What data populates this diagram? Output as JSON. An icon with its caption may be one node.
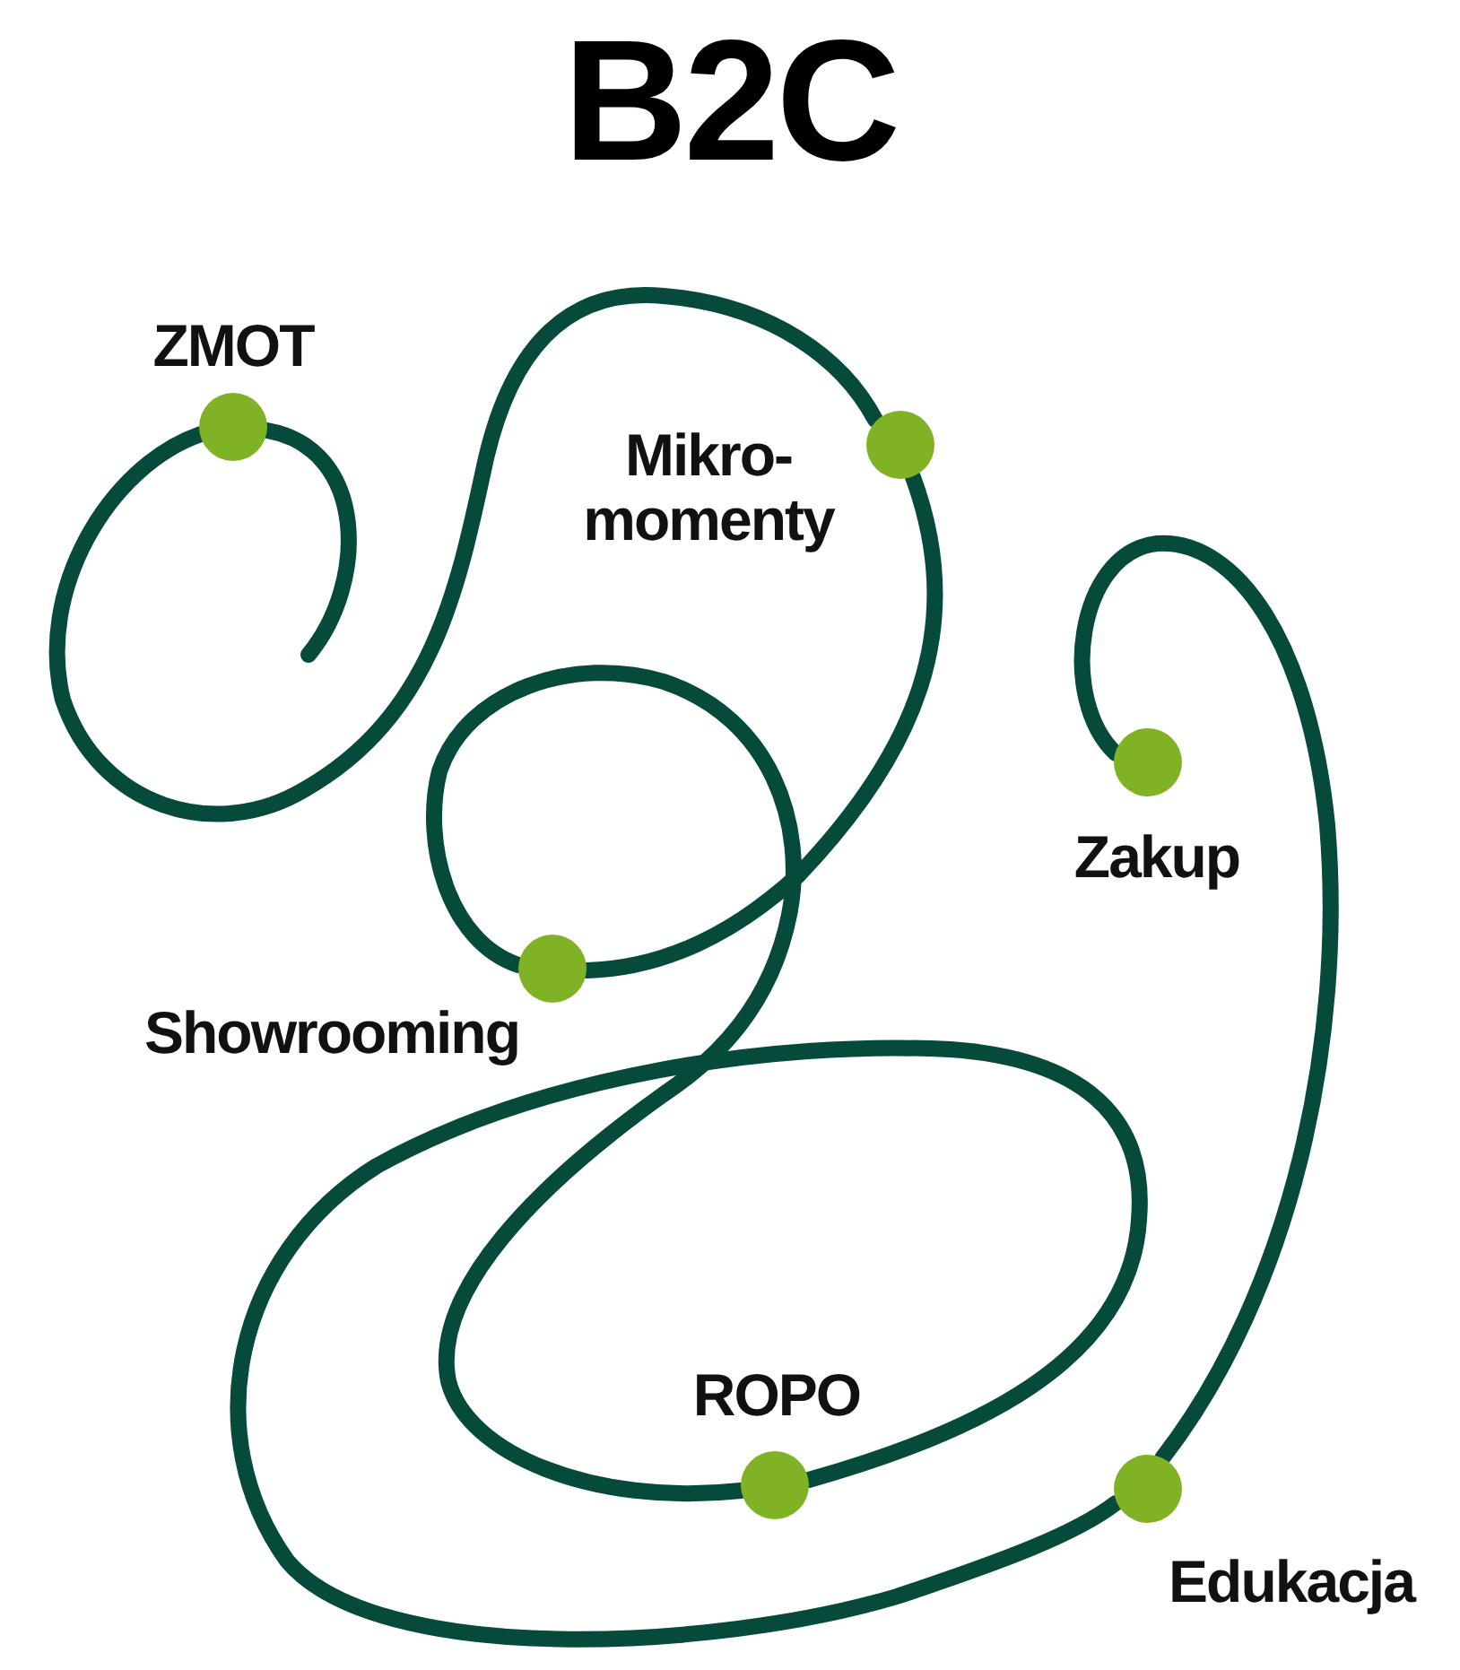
{
  "diagram": {
    "title": "B2C",
    "nodes": [
      {
        "text": [
          "ZMOT"
        ]
      },
      {
        "text": [
          "Mikro- momenty"
        ]
      },
      {
        "text": [
          "Showrooming"
        ]
      },
      {
        "text": [
          "ROPO"
        ]
      },
      {
        "text": [
          "Edukacja"
        ]
      },
      {
        "text": [
          "Zakup"
        ]
      }
    ],
    "edges": [
      {
        "from": null,
        "to": 0,
        "arrow": "none"
      },
      {
        "from": 0,
        "to": 1,
        "arrow": "none"
      },
      {
        "from": 1,
        "to": 2,
        "arrow": "none"
      },
      {
        "from": 2,
        "to": 3,
        "arrow": "none"
      },
      {
        "from": 3,
        "to": 4,
        "arrow": "none"
      },
      {
        "from": 4,
        "to": 5,
        "arrow": "none"
      }
    ]
  }
}
